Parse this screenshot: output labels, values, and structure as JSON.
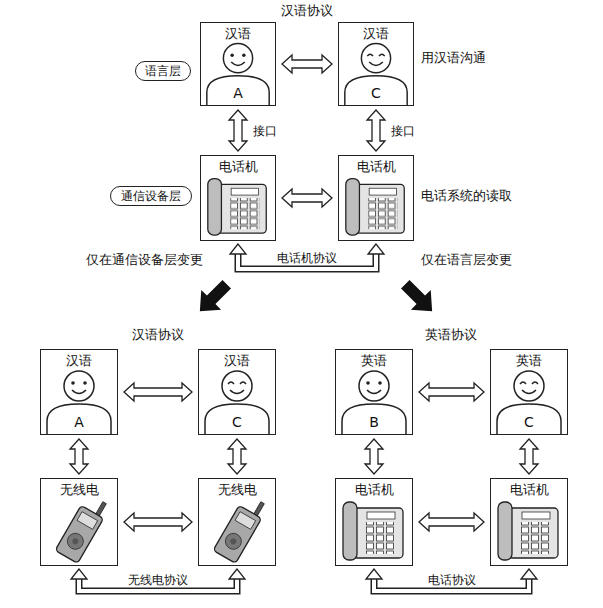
{
  "diagram": {
    "nodes": [
      {
        "text": [
          "语言层"
        ]
      },
      {
        "text": [
          "汉语",
          "A"
        ]
      },
      {
        "text": [
          "汉语",
          "C"
        ]
      },
      {
        "text": [
          "通信设备层"
        ]
      },
      {
        "text": [
          "电话机"
        ]
      },
      {
        "text": [
          "电话机"
        ]
      },
      {
        "text": [
          "汉语",
          "A"
        ]
      },
      {
        "text": [
          "汉语",
          "C"
        ]
      },
      {
        "text": [
          "无线电"
        ]
      },
      {
        "text": [
          "无线电"
        ]
      },
      {
        "text": [
          "英语",
          "B"
        ]
      },
      {
        "text": [
          "英语",
          "C"
        ]
      },
      {
        "text": [
          "电话机"
        ]
      },
      {
        "text": [
          "电话机"
        ]
      }
    ],
    "edges": [
      {
        "from": 1,
        "to": 2,
        "arrow": "both"
      },
      {
        "from": 1,
        "to": 4,
        "arrow": "both",
        "label": "接口"
      },
      {
        "from": 2,
        "to": 5,
        "arrow": "both",
        "label": "接口"
      },
      {
        "from": 4,
        "to": 5,
        "arrow": "both"
      },
      {
        "from": 4,
        "to": 5,
        "arrow": "both",
        "label": "电话机协议"
      },
      {
        "from": 6,
        "to": 7,
        "arrow": "both"
      },
      {
        "from": 6,
        "to": 8,
        "arrow": "both"
      },
      {
        "from": 7,
        "to": 9,
        "arrow": "both"
      },
      {
        "from": 8,
        "to": 9,
        "arrow": "both"
      },
      {
        "from": 8,
        "to": 9,
        "arrow": "both",
        "label": "无线电协议"
      },
      {
        "from": 10,
        "to": 11,
        "arrow": "both"
      },
      {
        "from": 10,
        "to": 12,
        "arrow": "both"
      },
      {
        "from": 11,
        "to": 13,
        "arrow": "both"
      },
      {
        "from": 12,
        "to": 13,
        "arrow": "both"
      },
      {
        "from": 12,
        "to": 13,
        "arrow": "both",
        "label": "电话协议"
      }
    ],
    "labels": [
      "汉语协议",
      "用汉语沟通",
      "电话系统的读取",
      "仅在通信设备层变更",
      "仅在语言层变更",
      "汉语协议",
      "英语协议"
    ]
  }
}
